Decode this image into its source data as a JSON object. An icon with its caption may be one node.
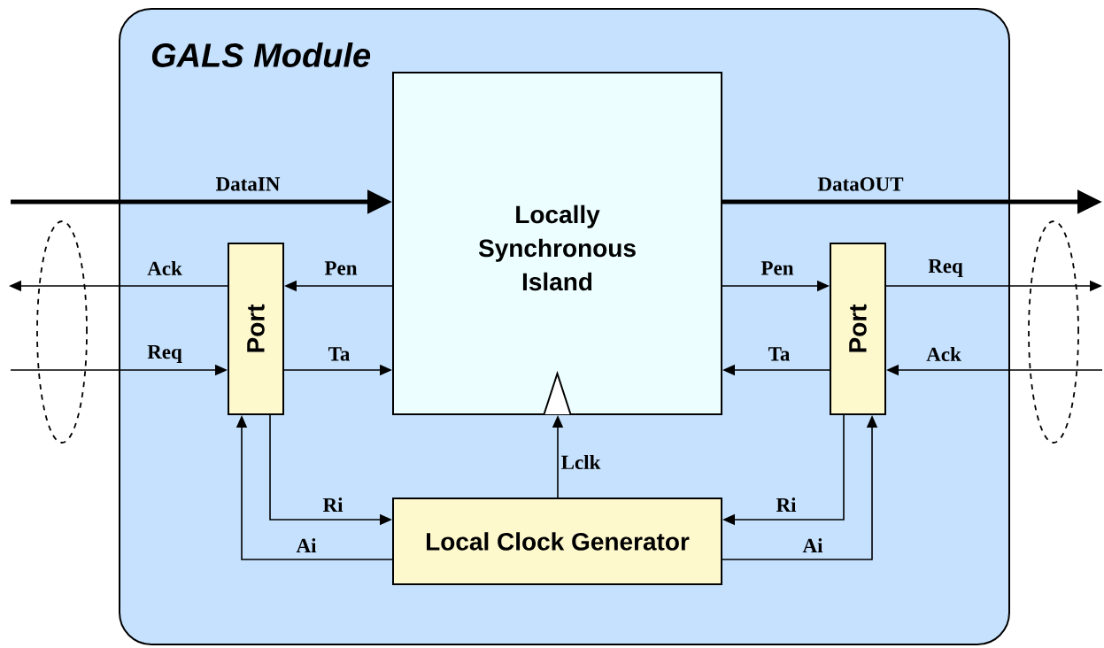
{
  "diagram": {
    "nodes": [
      {
        "text": [
          "GALS Module"
        ]
      },
      {
        "text": [
          "Locally Synchronous Island"
        ],
        "in": 0
      },
      {
        "text": [
          "Port"
        ],
        "in": 0
      },
      {
        "text": [
          "Port"
        ],
        "in": 0
      },
      {
        "text": [
          "Local Clock Generator"
        ],
        "in": 0
      },
      {
        "text": [],
        "shape": "ellipse"
      },
      {
        "text": [],
        "shape": "ellipse"
      }
    ],
    "edges": [
      {
        "from": null,
        "to": 1,
        "arrow": "to",
        "label": "DataIN",
        "style": "thick"
      },
      {
        "from": 1,
        "to": null,
        "arrow": "to",
        "label": "DataOUT",
        "style": "thick"
      },
      {
        "from": 2,
        "to": null,
        "arrow": "to",
        "label": "Ack"
      },
      {
        "from": 1,
        "to": 2,
        "arrow": "to",
        "label": "Pen"
      },
      {
        "from": null,
        "to": 2,
        "arrow": "to",
        "label": "Req"
      },
      {
        "from": 2,
        "to": 1,
        "arrow": "to",
        "label": "Ta"
      },
      {
        "from": 1,
        "to": 3,
        "arrow": "to",
        "label": "Pen"
      },
      {
        "from": 3,
        "to": null,
        "arrow": "to",
        "label": "Req"
      },
      {
        "from": 3,
        "to": 1,
        "arrow": "to",
        "label": "Ta"
      },
      {
        "from": null,
        "to": 3,
        "arrow": "to",
        "label": "Ack"
      },
      {
        "from": 4,
        "to": 1,
        "arrow": "to",
        "label": "Lclk"
      },
      {
        "from": 2,
        "to": 4,
        "arrow": "to",
        "label": "Ri"
      },
      {
        "from": 4,
        "to": 2,
        "arrow": "to",
        "label": "Ai"
      },
      {
        "from": 3,
        "to": 4,
        "arrow": "to",
        "label": "Ri"
      },
      {
        "from": 4,
        "to": 3,
        "arrow": "to",
        "label": "Ai"
      }
    ]
  }
}
